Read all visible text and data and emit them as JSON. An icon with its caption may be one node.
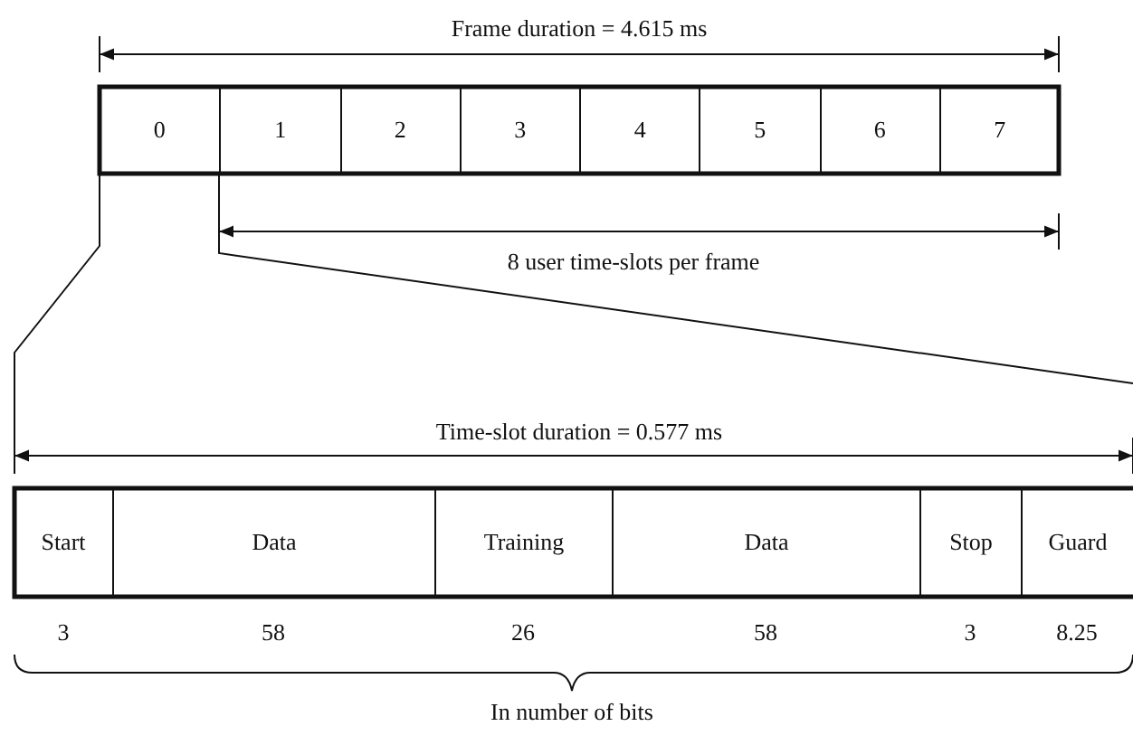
{
  "diagram": {
    "nodes": [
      {
        "text": [
          "0"
        ]
      },
      {
        "text": [
          "1"
        ]
      },
      {
        "text": [
          "2"
        ]
      },
      {
        "text": [
          "3"
        ]
      },
      {
        "text": [
          "4"
        ]
      },
      {
        "text": [
          "5"
        ]
      },
      {
        "text": [
          "6"
        ]
      },
      {
        "text": [
          "7"
        ]
      },
      {
        "text": [
          "Start"
        ],
        "beside": [
          "3"
        ]
      },
      {
        "text": [
          "Data"
        ],
        "beside": [
          "58"
        ]
      },
      {
        "text": [
          "Training"
        ],
        "beside": [
          "26"
        ]
      },
      {
        "text": [
          "Data"
        ],
        "beside": [
          "58"
        ]
      },
      {
        "text": [
          "Stop"
        ],
        "beside": [
          "3"
        ]
      },
      {
        "text": [
          "Guard"
        ],
        "beside": [
          "8.25"
        ]
      }
    ],
    "labels": [
      "Frame duration = 4.615 ms",
      "8 user time-slots per frame",
      "Time-slot duration = 0.577 ms",
      "In number of bits"
    ]
  }
}
